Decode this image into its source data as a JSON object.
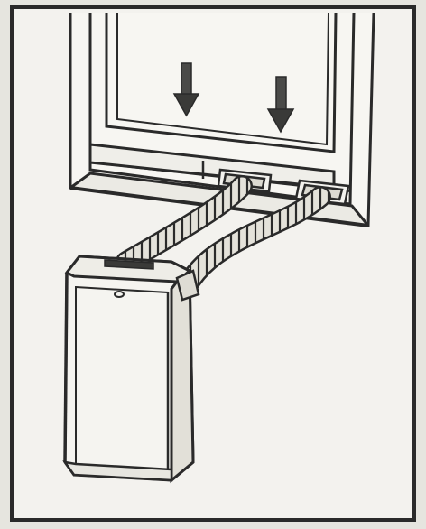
{
  "figure": {
    "subject": "portable-air-conditioner-window-installation",
    "arrow_count": 2,
    "hose_count": 2,
    "colors": {
      "paper": "#f3f2ee",
      "paper_edge": "#e6e5df",
      "ink": "#2a2a2a",
      "shade": "#cfcdc4",
      "hose_fill": "#e4e2da"
    }
  }
}
